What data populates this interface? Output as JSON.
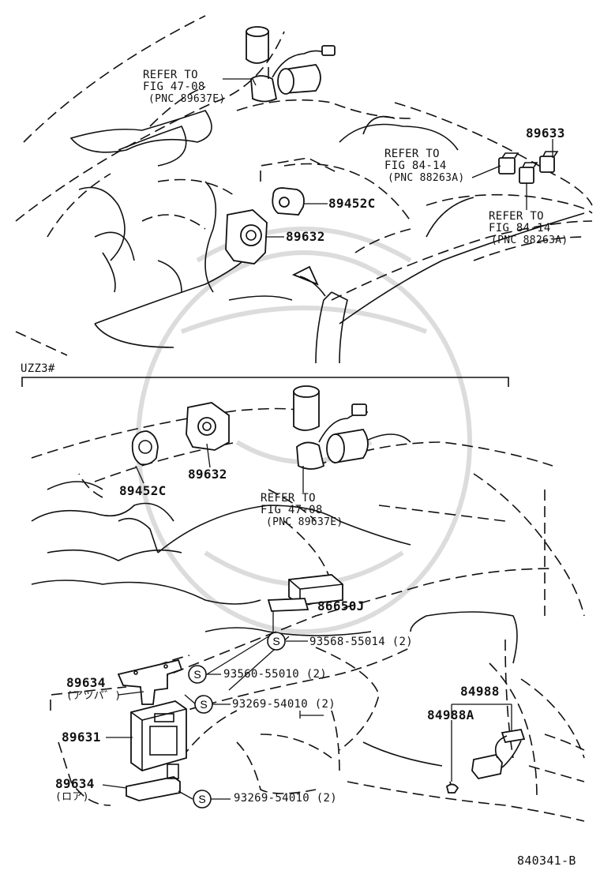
{
  "figure_id": "840341-B",
  "model_label": "UZZ3#",
  "refs": {
    "top_fig4708_line1": "REFER TO",
    "top_fig4708_line2": "FIG 47-08",
    "top_fig4708_line3": "(PNC 89637E)",
    "fig8414_a_line1": "REFER TO",
    "fig8414_a_line2": "FIG 84-14",
    "fig8414_a_line3": "(PNC 88263A)",
    "fig8414_b_line1": "REFER TO",
    "fig8414_b_line2": "FIG 84-14",
    "fig8414_b_line3": "(PNC 88263A)",
    "bot_fig4708_line1": "REFER TO",
    "bot_fig4708_line2": "FIG 47-08",
    "bot_fig4708_line3": "(PNC 89637E)"
  },
  "parts": {
    "p89633": "89633",
    "p89452c_top": "89452C",
    "p89632_top": "89632",
    "p89452c_bot": "89452C",
    "p89632_bot": "89632",
    "p86650j": "86650J",
    "p93568": "93568-55014 (2)",
    "p93560": "93560-55010 (2)",
    "p93269_a": "93269-54010 (2)",
    "p93269_b": "93269-54010 (2)",
    "p89634_upper": "89634",
    "p89634_upper_note": "(アツパ゛)",
    "p89631": "89631",
    "p89634_lower": "89634",
    "p89634_lower_note": "(ロア)",
    "p84988": "84988",
    "p84988a": "84988A"
  },
  "symbols": {
    "standard_part": "S"
  }
}
